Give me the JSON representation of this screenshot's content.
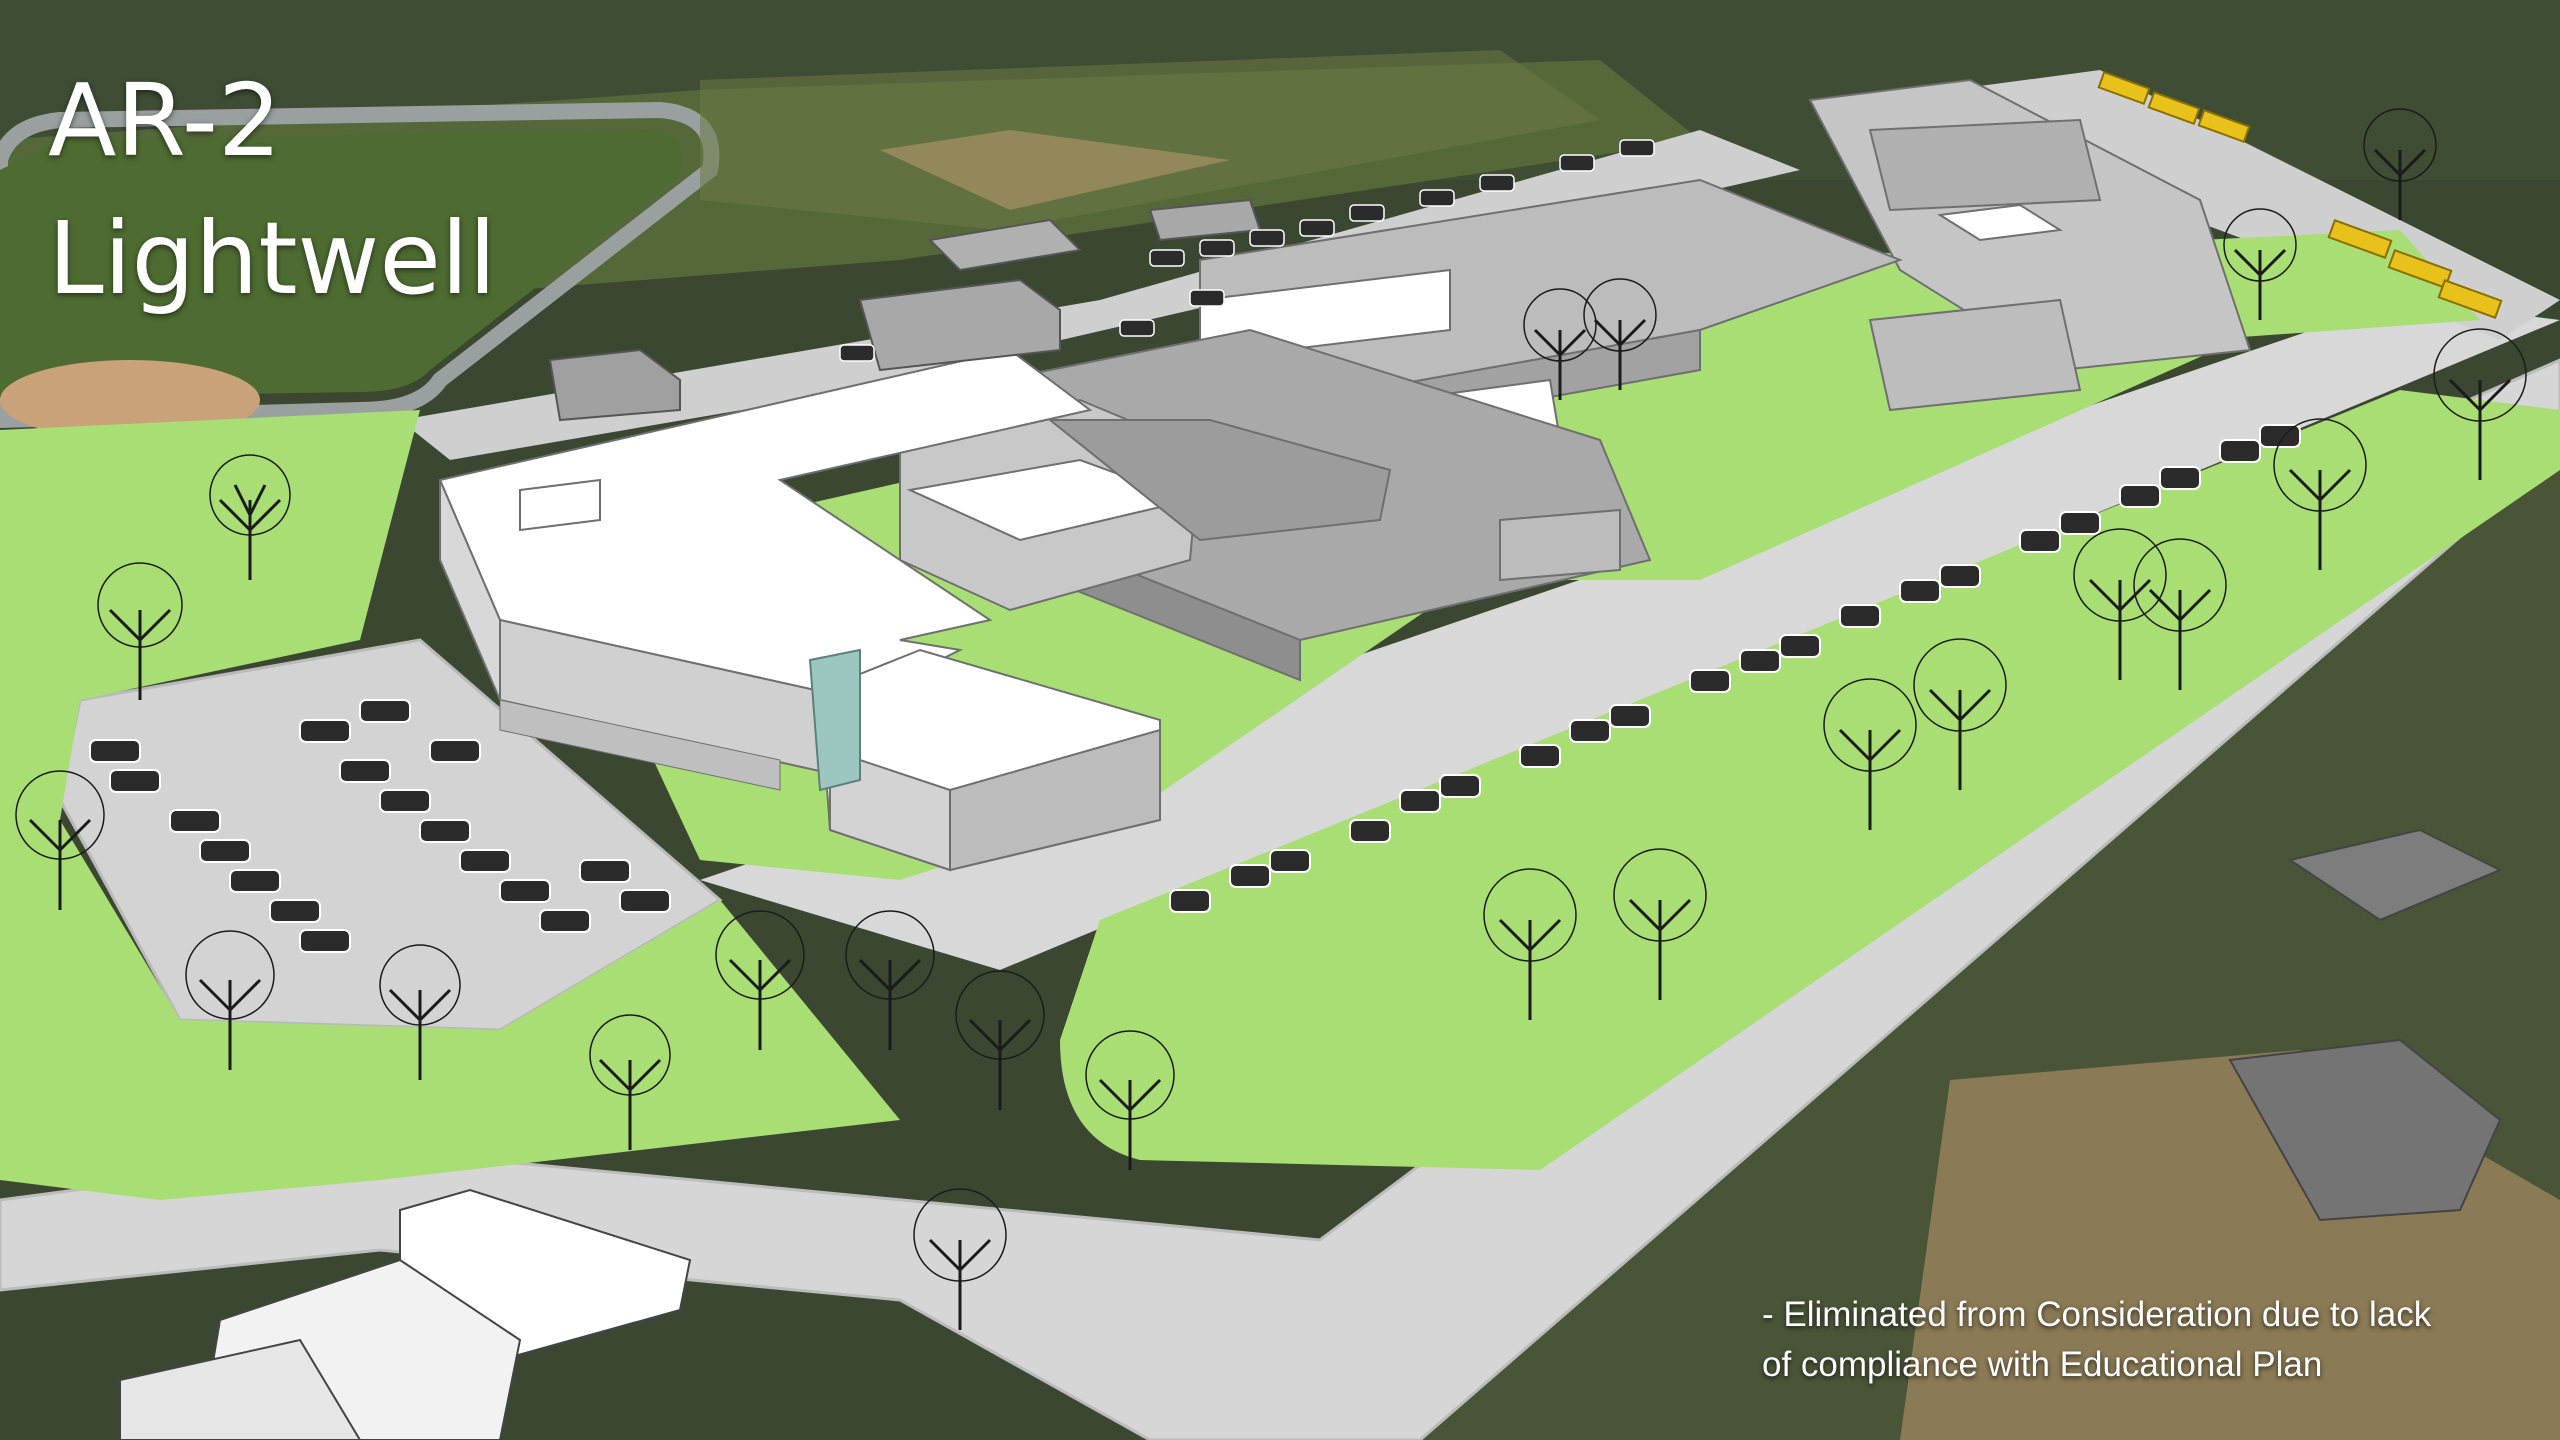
{
  "slide": {
    "title_line1": "AR-2",
    "title_line2": "Lightwell",
    "note_line1": "- Eliminated from Consideration due to lack",
    "note_line2": "of compliance with Educational Plan"
  },
  "colors": {
    "lawn": "#a6dd72",
    "pavement": "#d4d4d4",
    "building_roof": "#ffffff",
    "building_wall": "#c9c9c9",
    "building_dark": "#9a9a9a",
    "woods": "#3d4a32",
    "field": "#5a6e3c",
    "buses": "#e8c21a",
    "text": "#ffffff"
  },
  "icons": {
    "trees": "bare-tree-icon",
    "cars": "car-icon",
    "buses": "school-bus-icon"
  }
}
